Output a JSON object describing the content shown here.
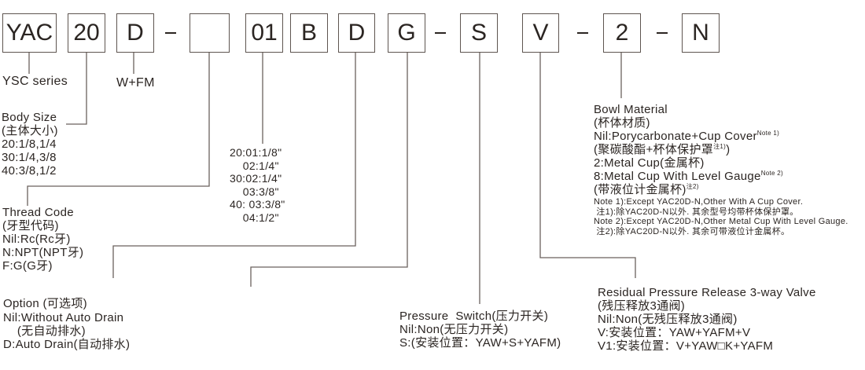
{
  "code_boxes": [
    {
      "id": "series",
      "text": "YAC"
    },
    {
      "id": "body-size",
      "text": "20"
    },
    {
      "id": "d-type",
      "text": "D"
    },
    {
      "id": "thread-code",
      "text": ""
    },
    {
      "id": "port-size",
      "text": "01"
    },
    {
      "id": "b",
      "text": "B"
    },
    {
      "id": "option",
      "text": "D"
    },
    {
      "id": "g",
      "text": "G"
    },
    {
      "id": "pressure-switch",
      "text": "S"
    },
    {
      "id": "valve",
      "text": "V"
    },
    {
      "id": "bowl-material",
      "text": "2"
    },
    {
      "id": "n",
      "text": "N"
    }
  ],
  "dash": "–",
  "series": {
    "label": "YSC series"
  },
  "d_type": {
    "label": "W+FM"
  },
  "body_size": {
    "title": "Body Size",
    "subtitle": "(主体大小)",
    "items": [
      "20:1/8,1/4",
      "30:1/4,3/8",
      "40:3/8,1/2"
    ]
  },
  "port_size": {
    "items": [
      "20:01:1/8\"",
      "    02:1/4\"",
      "30:02:1/4\"",
      "    03:3/8\"",
      "40: 03:3/8\"",
      "    04:1/2\""
    ]
  },
  "thread_code": {
    "title": "Thread Code",
    "subtitle": "(牙型代码)",
    "items": [
      "Nil:Rc(Rc牙)",
      "N:NPT(NPT牙)",
      "F:G(G牙)"
    ]
  },
  "option": {
    "title": "Option (可选项)",
    "items": [
      "Nil:Without Auto Drain",
      "    (无自动排水)",
      "D:Auto Drain(自动排水)"
    ]
  },
  "pressure_switch": {
    "title": "Pressure  Switch(压力开关)",
    "items": [
      "Nil:Non(无压力开关)",
      "S:(安装位置：YAW+S+YAFM)"
    ]
  },
  "bowl_material": {
    "title": "Bowl Material",
    "subtitle": "(杯体材质)",
    "nil": "Nil:Porycarbonate+Cup Cover",
    "nil_note": "Note 1)",
    "nil_cn": "(聚碳酸酯+杯体保护罩",
    "nil_cn_note": "注1)",
    "nil_cn_close": ")",
    "metal": "2:Metal Cup(金属杯)",
    "gauge": "8:Metal Cup With Level Gauge",
    "gauge_note": "Note 2)",
    "gauge_cn": "(带液位计金属杯)",
    "gauge_cn_note": "注2)",
    "notes": [
      "Note 1):Except YAC20D-N,Other With A Cup Cover.",
      " 注1):除YAC20D-N以外. 其余型号均带杯体保护罩。",
      "Note 2):Except YAC20D-N,Other Metal Cup With Level Gauge.",
      " 注2):除YAC20D-N以外. 其余可带液位计金属杯。"
    ]
  },
  "valve": {
    "title": "Residual Pressure Release 3-way Valve",
    "subtitle": "(残压释放3通阀)",
    "items": [
      "Nil:Non(无残压释放3通阀)",
      "V:安装位置：YAW+YAFM+V",
      "V1:安装位置：V+YAW□K+YAFM"
    ]
  },
  "colors": {
    "line": "#6b625d",
    "text": "#2b2522",
    "box_border": "#5e5550"
  }
}
